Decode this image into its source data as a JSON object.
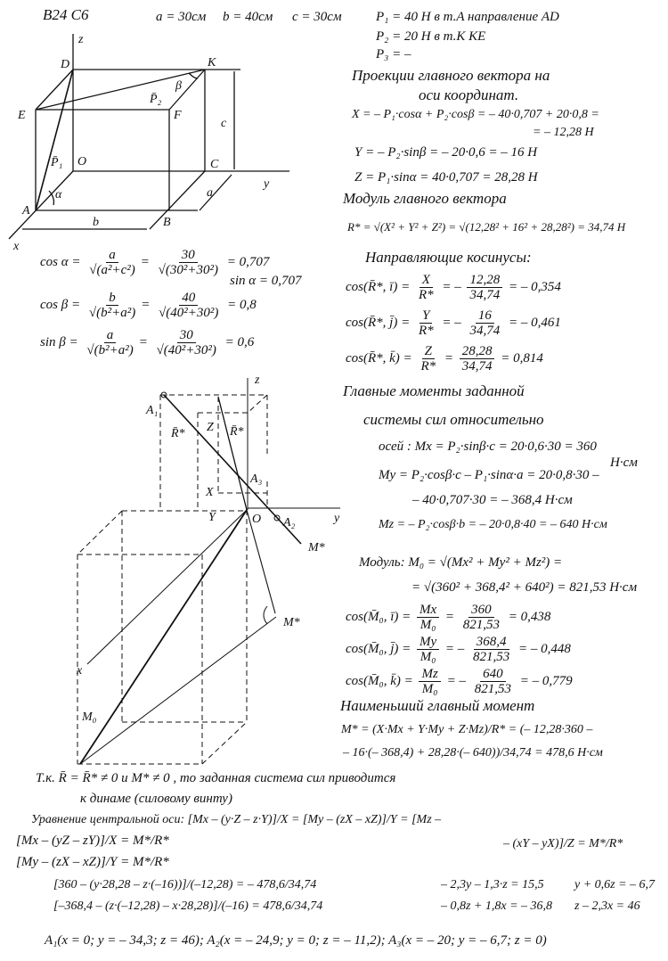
{
  "header": {
    "variant": "B24 C6",
    "a": "a = 30см",
    "b": "b = 40см",
    "c": "c = 30см"
  },
  "given": {
    "p1": "P₁ = 40 H  в т.A  направление AD",
    "p2": "P₂ = 20 H  в т.K      KE",
    "p3": "P₃ = –"
  },
  "figure1": {
    "labels": {
      "z": "z",
      "D": "D",
      "K": "K",
      "E": "E",
      "F": "F",
      "O": "O",
      "C": "C",
      "A": "A",
      "B": "B",
      "x": "x",
      "y": "y",
      "P1": "P̄₁",
      "P2": "P̄₂",
      "alpha": "α",
      "beta": "β",
      "a": "a",
      "b": "b",
      "c": "c"
    }
  },
  "trig": {
    "cos_alpha": {
      "lhs": "cos α =",
      "n1": "a",
      "d1": "√(a²+c²)",
      "n2": "30",
      "d2": "√(30²+30²)",
      "res": "= 0,707"
    },
    "sin_alpha": "sin α = 0,707",
    "cos_beta": {
      "lhs": "cos β =",
      "n1": "b",
      "d1": "√(b²+a²)",
      "n2": "40",
      "d2": "√(40²+30²)",
      "res": "= 0,8"
    },
    "sin_beta": {
      "lhs": "sin β =",
      "n1": "a",
      "d1": "√(b²+a²)",
      "n2": "30",
      "d2": "√(40²+30²)",
      "res": "= 0,6"
    }
  },
  "projections": {
    "title1": "Проекции главного вектора на",
    "title2": "оси координат.",
    "X": "X = – P₁·cosα + P₂·cosβ = – 40·0,707 + 20·0,8 =",
    "X_res": "= – 12,28 H",
    "Y": "Y = – P₂·sinβ = – 20·0,6 = – 16 H",
    "Z": "Z = P₁·sinα = 40·0,707 = 28,28 H"
  },
  "modulus": {
    "title": "Модуль главного вектора",
    "R": "R* = √(X² + Y² + Z²) = √(12,28² + 16² + 28,28²) = 34,74 H"
  },
  "direction_cosines": {
    "title": "Направляющие косинусы:",
    "rows": [
      {
        "lhs": "cos(R̄*, ī) =",
        "n1": "X",
        "d1": "R*",
        "sign": "= –",
        "n2": "12,28",
        "d2": "34,74",
        "res": "= – 0,354"
      },
      {
        "lhs": "cos(R̄*, j̄) =",
        "n1": "Y",
        "d1": "R*",
        "sign": "= –",
        "n2": "16",
        "d2": "34,74",
        "res": "= – 0,461"
      },
      {
        "lhs": "cos(R̄*, k̄) =",
        "n1": "Z",
        "d1": "R*",
        "sign": "=",
        "n2": "28,28",
        "d2": "34,74",
        "res": "= 0,814"
      }
    ]
  },
  "moments": {
    "title1": "Главные моменты заданной",
    "title2": "системы сил относительно",
    "Mx": "осей :  Mx = P₂·sinβ·c = 20·0,6·30 = 360",
    "Mx_unit": "H·см",
    "My": "My = P₂·cosβ·c – P₁·sinα·a = 20·0,8·30 –",
    "My2": "– 40·0,707·30 = – 368,4 H·см",
    "Mz": "Mz = – P₂·cosβ·b = – 20·0,8·40 = – 640 H·см",
    "M0": "Модуль:  M₀ = √(Mx² + My² + Mz²) =",
    "M0_2": "= √(360² + 368,4² + 640²) = 821,53 H·см",
    "cos_rows": [
      {
        "lhs": "cos(M̄₀, ī) =",
        "n1": "Mx",
        "d1": "M₀",
        "sign": "=",
        "n2": "360",
        "d2": "821,53",
        "res": "= 0,438"
      },
      {
        "lhs": "cos(M̄₀, j̄) =",
        "n1": "My",
        "d1": "M₀",
        "sign": "= –",
        "n2": "368,4",
        "d2": "821,53",
        "res": "= – 0,448"
      },
      {
        "lhs": "cos(M̄₀, k̄) =",
        "n1": "Mz",
        "d1": "M₀",
        "sign": "= –",
        "n2": "640",
        "d2": "821,53",
        "res": "= – 0,779"
      }
    ],
    "least_title": "Наименьший главный момент",
    "least1": "M* = (X·Mx + Y·My + Z·Mz)/R* = (– 12,28·360 –",
    "least2": "– 16·(– 368,4) + 28,28·(– 640))/34,74 = 478,6 H·см"
  },
  "figure2": {
    "labels": {
      "z": "z",
      "y": "y",
      "x": "x",
      "O": "O",
      "A1": "A₁",
      "A2": "A₂",
      "A3": "A₃",
      "R1": "R̄*",
      "R2": "R̄*",
      "Z": "Z",
      "X": "X",
      "Y": "Y",
      "Mstar1": "M*",
      "Mstar2": "M*",
      "M0": "M₀"
    }
  },
  "conclusion": {
    "line1": "Т.к.  R̄ = R̄* ≠ 0  и  M* ≠ 0 , то заданная система сил приводится",
    "line2": "к динаме (силовому винту)"
  },
  "central_axis": {
    "eq": "Уравнение центральной оси: [Mx – (y·Z – z·Y)]/X = [My – (zX – xZ)]/Y = [Mz –",
    "eq_cont": "– (xY – yX)]/Z = M*/R*",
    "sys1": "[Mx – (yZ – zY)]/X = M*/R*",
    "sys2": "[My – (zX – xZ)]/Y = M*/R*",
    "num1": "[360 – (y·28,28 – z·(–16))]/(–12,28) = – 478,6/34,74",
    "num2": "[–368,4 – (z·(–12,28) – x·28,28)]/(–16) = 478,6/34,74",
    "simp1": "– 2,3y – 1,3·z = 15,5",
    "simp2": "– 0,8z + 1,8x = – 36,8",
    "res1": "y + 0,6z = – 6,7",
    "res2": "z – 2,3x = 46",
    "points": "A₁(x = 0; y = – 34,3; z = 46);  A₂(x = – 24,9; y = 0; z = – 11,2);  A₃(x = – 20; y = – 6,7; z = 0)"
  }
}
